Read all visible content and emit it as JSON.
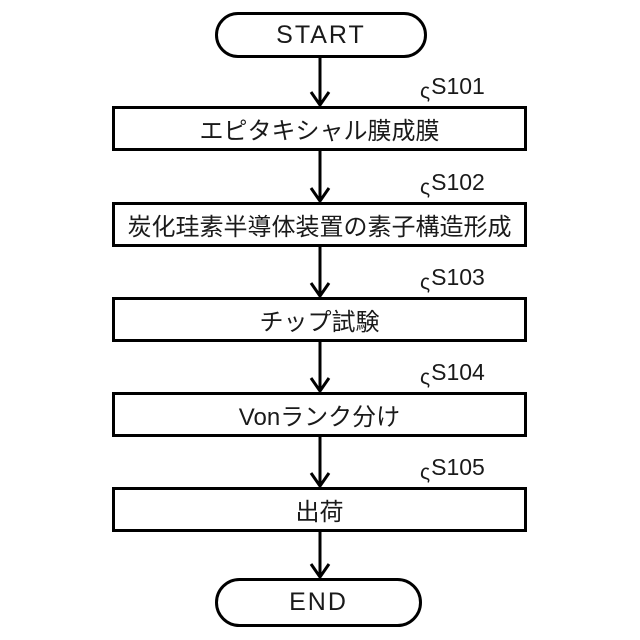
{
  "figure": {
    "type": "flowchart",
    "start_label": "START",
    "end_label": "END",
    "steps": [
      {
        "id": "S101",
        "label": "エピタキシャル膜成膜"
      },
      {
        "id": "S102",
        "label": "炭化珪素半導体装置の素子構造形成"
      },
      {
        "id": "S103",
        "label": "チップ試験"
      },
      {
        "id": "S104",
        "label": "Vonランク分け"
      },
      {
        "id": "S105",
        "label": "出荷"
      }
    ],
    "colors": {
      "line": "#000000",
      "background": "#ffffff"
    }
  }
}
